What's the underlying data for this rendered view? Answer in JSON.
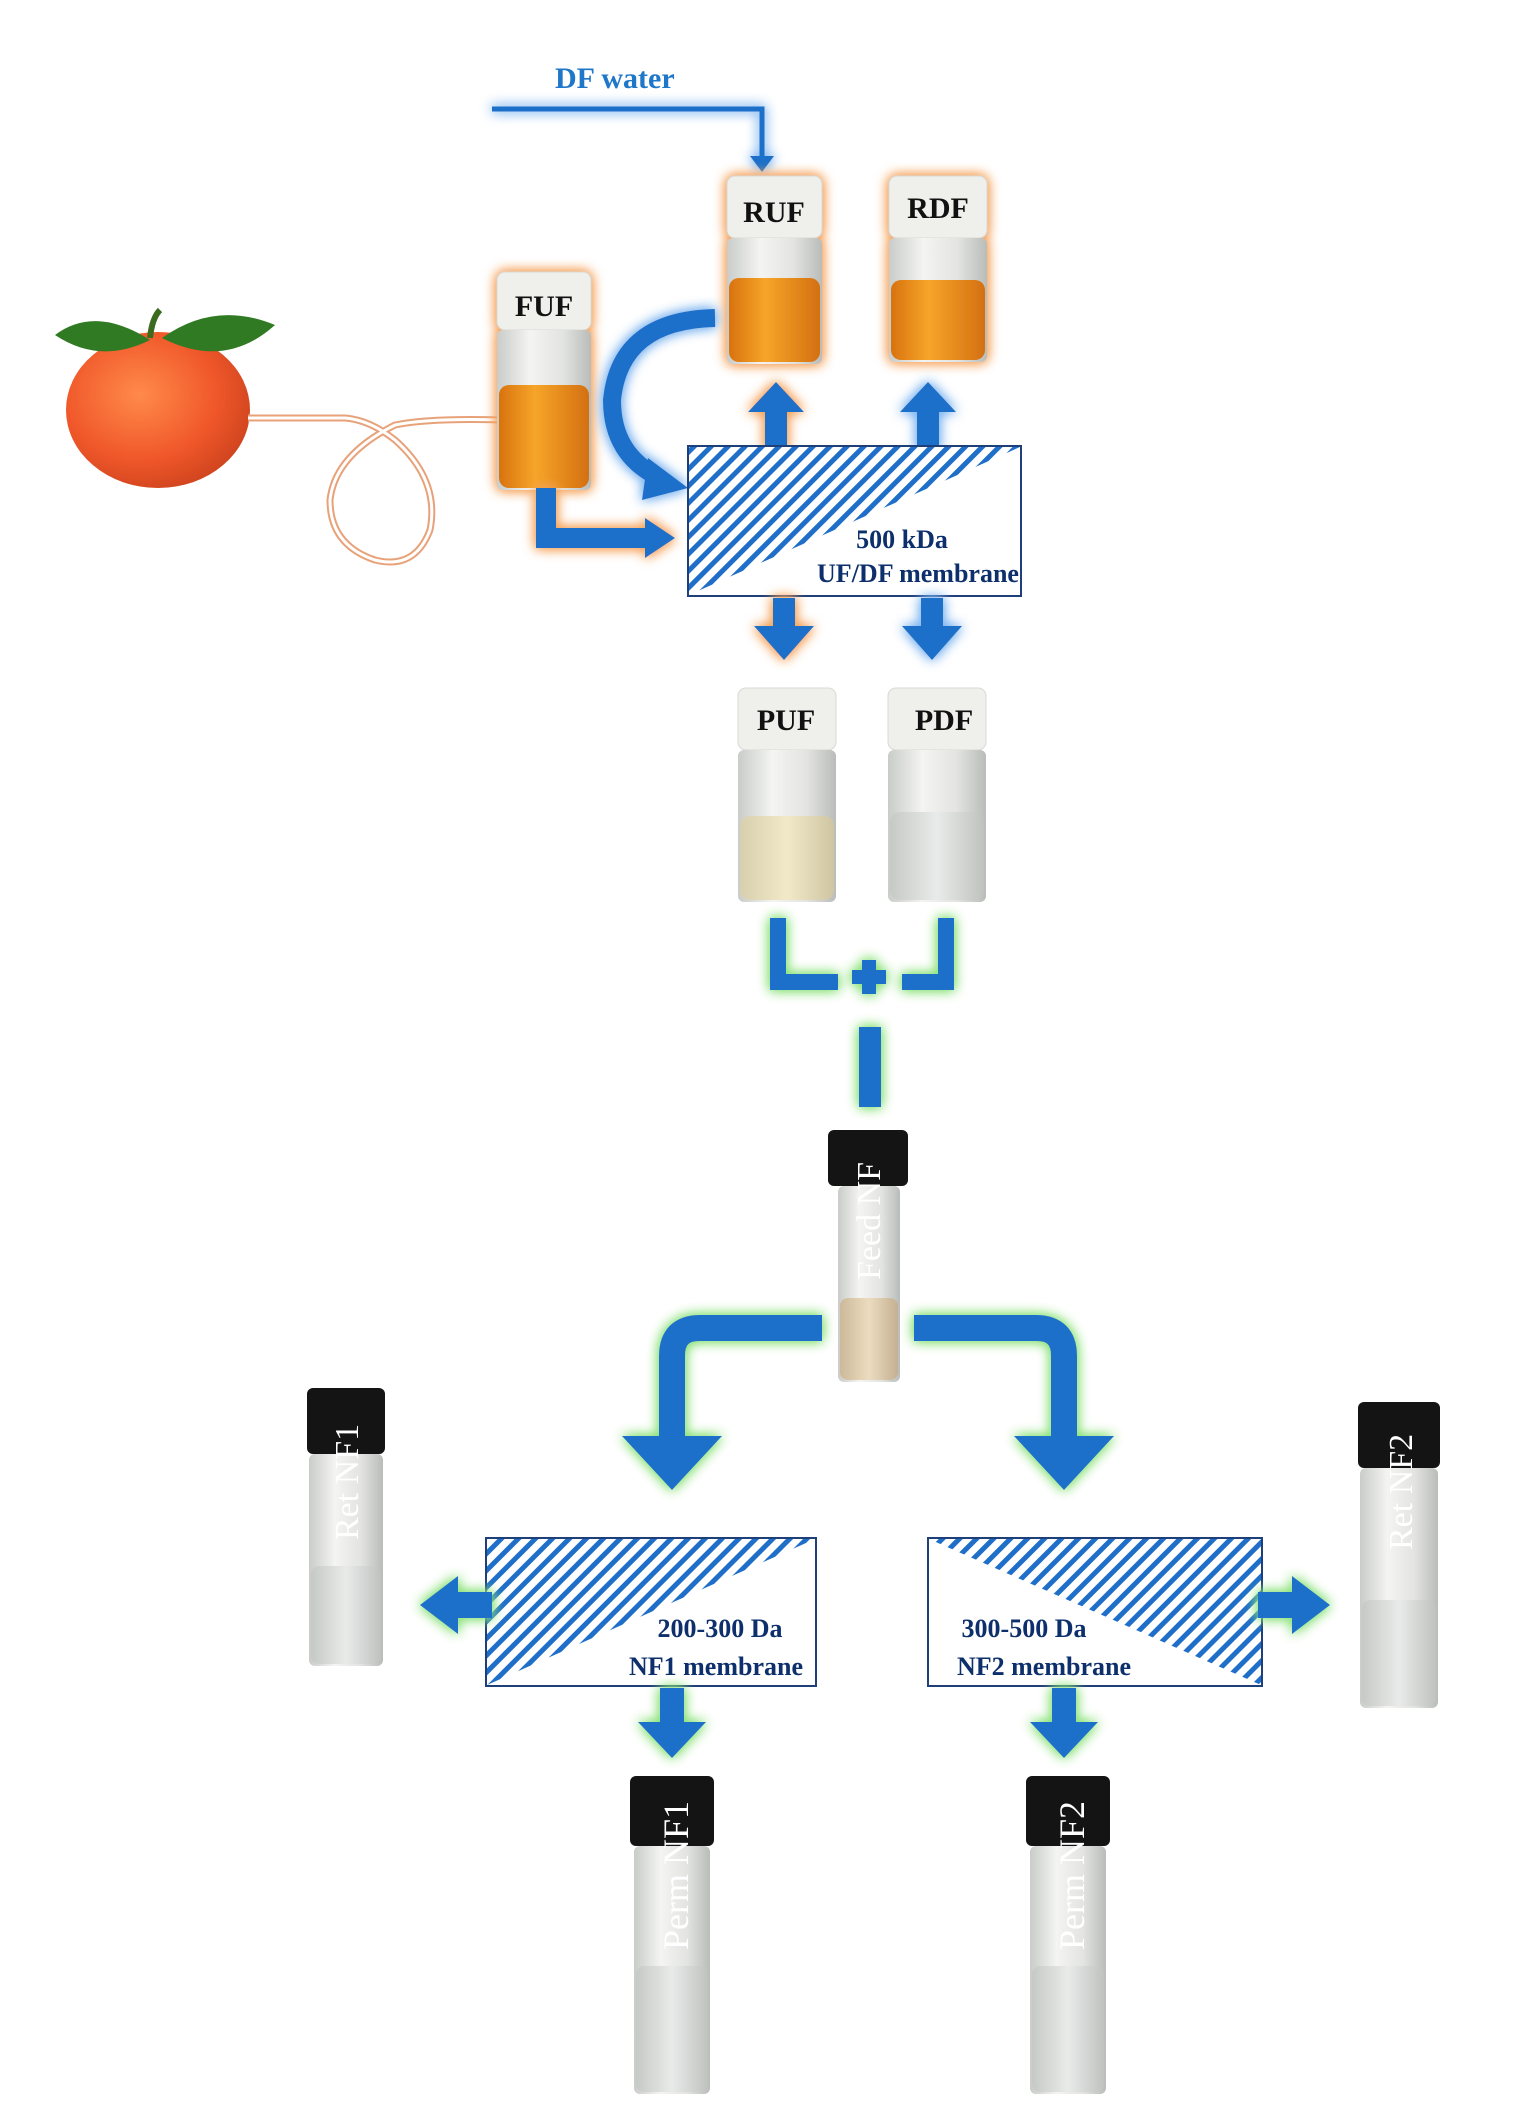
{
  "df_water": {
    "label": "DF water"
  },
  "vials": {
    "fuf": {
      "label": "FUF"
    },
    "ruf": {
      "label": "RUF"
    },
    "rdf": {
      "label": "RDF"
    },
    "puf": {
      "label": "PUF"
    },
    "pdf": {
      "label": "PDF"
    },
    "feed_nf": {
      "label": "Feed NF"
    },
    "ret_nf1": {
      "label": "Ret NF1"
    },
    "ret_nf2": {
      "label": "Ret NF2"
    },
    "perm_nf1": {
      "label": "Perm NF1"
    },
    "perm_nf2": {
      "label": "Perm NF2"
    }
  },
  "membranes": {
    "uf": {
      "cutoff": "500 kDa",
      "name": "UF/DF membrane"
    },
    "nf1": {
      "cutoff": "200-300 Da",
      "name": "NF1 membrane"
    },
    "nf2": {
      "cutoff": "300-500 Da",
      "name": "NF2 membrane"
    }
  },
  "combine_symbol": "+",
  "colors": {
    "arrow_blue": "#1f6fc9",
    "glow_orange": "#f5a25a",
    "glow_green": "#8be27a",
    "glow_blue": "#7fb5f0",
    "juice_orange": "#f09820",
    "hatch_blue": "#1f6fc9"
  }
}
